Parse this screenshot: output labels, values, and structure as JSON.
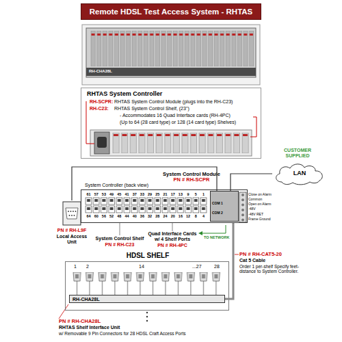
{
  "diagram": {
    "title": "Remote HDSL Test  Access System - RHTAS",
    "nodes": [
      {
        "text": [
          "RHTAS System Controller",
          "RH-SCPR:",
          "RHTAS System Control Module (plugs into the RH-C23)",
          "RH-C23:",
          "RHTAS System Control Shelf, (23\")",
          "- Accommodates 16 Quad Interface cards (RH-4PC)",
          "(Up to 64 (28 card type) or 128 (14 card type) Shelves)"
        ]
      },
      {
        "text": [
          "System Controller (back view)"
        ]
      },
      {
        "text": [
          "COM 1",
          "COM 2"
        ],
        "in": 1
      },
      {
        "text": [
          "LAN"
        ]
      },
      {
        "text": [
          "PN # RH-L9F",
          "Local Access Unit"
        ]
      },
      {
        "text": [
          "HDSL SHELF"
        ]
      },
      {
        "text": [
          "RH-CHA28L"
        ],
        "in": 5
      }
    ],
    "edges": [
      {
        "from": 2,
        "to": 3,
        "arrow": "none"
      },
      {
        "from": 2,
        "to": 4,
        "arrow": "none"
      },
      {
        "from": 1,
        "to": 6,
        "arrow": "none"
      }
    ],
    "labels": [
      "RH-CHA28L",
      "CUSTOMER SUPPLIED",
      "System Control Module",
      "PN # RH-SCPR",
      "61",
      "57",
      "53",
      "49",
      "45",
      "41",
      "37",
      "33",
      "29",
      "25",
      "21",
      "17",
      "13",
      "9",
      "5",
      "1",
      "64",
      "60",
      "56",
      "52",
      "48",
      "44",
      "40",
      "36",
      "32",
      "28",
      "24",
      "20",
      "16",
      "12",
      "8",
      "4",
      "Close on Alarm",
      "Common",
      "Open on Alarm",
      "-48V",
      "-48V RET",
      "Frame Ground",
      "TO NETWORK",
      "System Control Shelf",
      "PN # RH-C23",
      "Quad Interface Cards w/ 4 Shelf Ports",
      "PN # RH-4PC",
      "PN # RH-CAT5-20",
      "Cat 5 Cable",
      "Order 1 per-shelf Specify feet-distance to System Controller.",
      "1",
      "2",
      "14",
      "...27",
      "28",
      "PN # RH-CHA28L",
      "RHTAS Shelf Interface Unit",
      "w/ Removable 9 Pin Connectors for 28 HDSL Craft Access Ports"
    ]
  }
}
